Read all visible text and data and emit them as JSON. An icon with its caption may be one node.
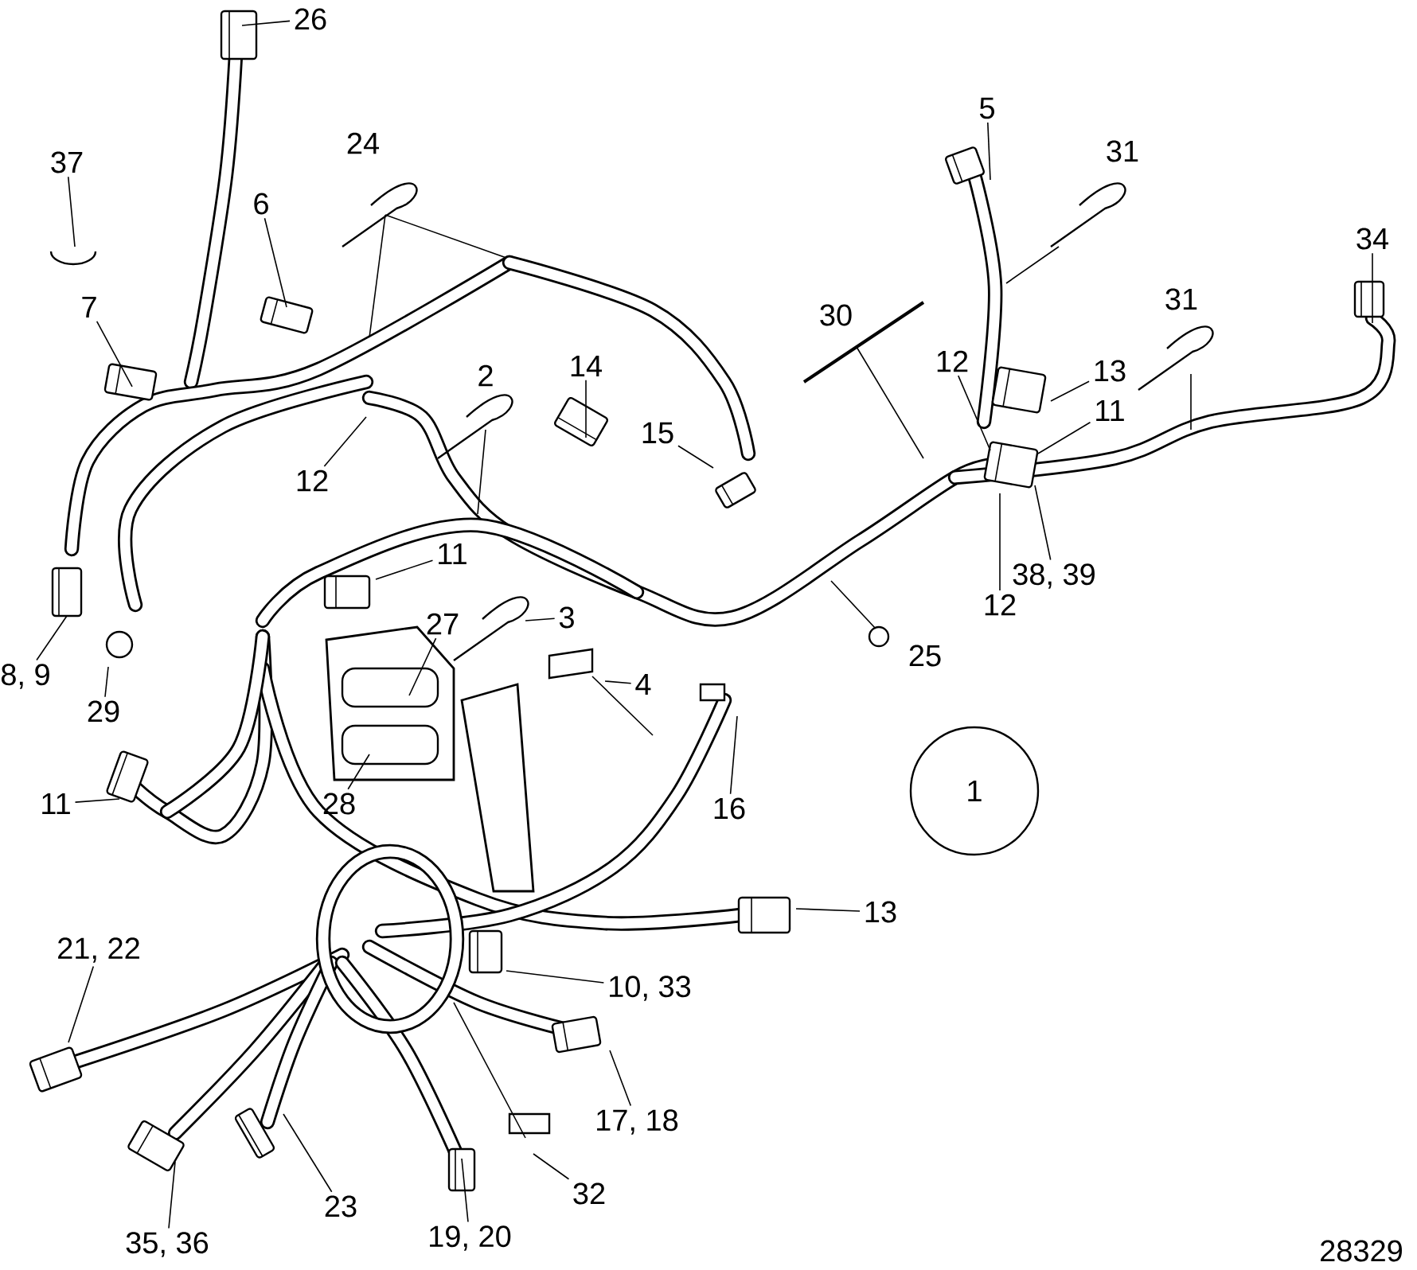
{
  "diagram": {
    "nodes": [
      {
        "text": [
          "26"
        ]
      },
      {
        "text": [
          "37"
        ]
      },
      {
        "text": [
          "24"
        ]
      },
      {
        "text": [
          "6"
        ]
      },
      {
        "text": [
          "7"
        ]
      },
      {
        "text": [
          "5"
        ]
      },
      {
        "text": [
          "31"
        ]
      },
      {
        "text": [
          "34"
        ]
      },
      {
        "text": [
          "30"
        ]
      },
      {
        "text": [
          "31"
        ]
      },
      {
        "text": [
          "2"
        ]
      },
      {
        "text": [
          "14"
        ]
      },
      {
        "text": [
          "12"
        ]
      },
      {
        "text": [
          "13"
        ]
      },
      {
        "text": [
          "15"
        ]
      },
      {
        "text": [
          "11"
        ]
      },
      {
        "text": [
          "12"
        ]
      },
      {
        "text": [
          "11"
        ]
      },
      {
        "text": [
          "38, 39"
        ]
      },
      {
        "text": [
          "27"
        ]
      },
      {
        "text": [
          "12"
        ]
      },
      {
        "text": [
          "3"
        ]
      },
      {
        "text": [
          "25"
        ]
      },
      {
        "text": [
          "8, 9"
        ]
      },
      {
        "text": [
          "4"
        ]
      },
      {
        "text": [
          "29"
        ]
      },
      {
        "text": [
          "28"
        ]
      },
      {
        "text": [
          "1"
        ]
      },
      {
        "text": [
          "11"
        ]
      },
      {
        "text": [
          "16"
        ]
      },
      {
        "text": [
          "13"
        ]
      },
      {
        "text": [
          "21, 22"
        ]
      },
      {
        "text": [
          "10, 33"
        ]
      },
      {
        "text": [
          "17, 18"
        ]
      },
      {
        "text": [
          "32"
        ]
      },
      {
        "text": [
          "23"
        ]
      },
      {
        "text": [
          "35, 36"
        ]
      },
      {
        "text": [
          "19, 20"
        ]
      }
    ],
    "edges": [
      {
        "from": 0,
        "to": null,
        "arrow": "none"
      },
      {
        "from": 1,
        "to": null,
        "arrow": "none"
      },
      {
        "from": 3,
        "to": null,
        "arrow": "none"
      },
      {
        "from": 4,
        "to": null,
        "arrow": "none"
      },
      {
        "from": 5,
        "to": null,
        "arrow": "none"
      },
      {
        "from": 7,
        "to": null,
        "arrow": "none"
      },
      {
        "from": 11,
        "to": null,
        "arrow": "none"
      },
      {
        "from": 12,
        "to": null,
        "arrow": "none"
      },
      {
        "from": 13,
        "to": null,
        "arrow": "none"
      },
      {
        "from": 14,
        "to": null,
        "arrow": "none"
      },
      {
        "from": 15,
        "to": null,
        "arrow": "none"
      },
      {
        "from": 16,
        "to": null,
        "arrow": "none"
      },
      {
        "from": 17,
        "to": null,
        "arrow": "none"
      },
      {
        "from": 18,
        "to": null,
        "arrow": "none"
      },
      {
        "from": 19,
        "to": null,
        "arrow": "none"
      },
      {
        "from": 20,
        "to": null,
        "arrow": "none"
      },
      {
        "from": 21,
        "to": null,
        "arrow": "none"
      },
      {
        "from": 23,
        "to": null,
        "arrow": "none"
      },
      {
        "from": 24,
        "to": null,
        "arrow": "none"
      },
      {
        "from": 25,
        "to": null,
        "arrow": "none"
      },
      {
        "from": 26,
        "to": null,
        "arrow": "none"
      },
      {
        "from": 28,
        "to": null,
        "arrow": "none"
      },
      {
        "from": 29,
        "to": null,
        "arrow": "none"
      },
      {
        "from": 30,
        "to": null,
        "arrow": "none"
      },
      {
        "from": 31,
        "to": null,
        "arrow": "none"
      },
      {
        "from": 32,
        "to": null,
        "arrow": "none"
      },
      {
        "from": 33,
        "to": null,
        "arrow": "none"
      },
      {
        "from": 34,
        "to": null,
        "arrow": "none"
      },
      {
        "from": 35,
        "to": null,
        "arrow": "none"
      },
      {
        "from": 36,
        "to": null,
        "arrow": "none"
      },
      {
        "from": 37,
        "to": null,
        "arrow": "none"
      }
    ],
    "labels": [
      "28329"
    ]
  }
}
